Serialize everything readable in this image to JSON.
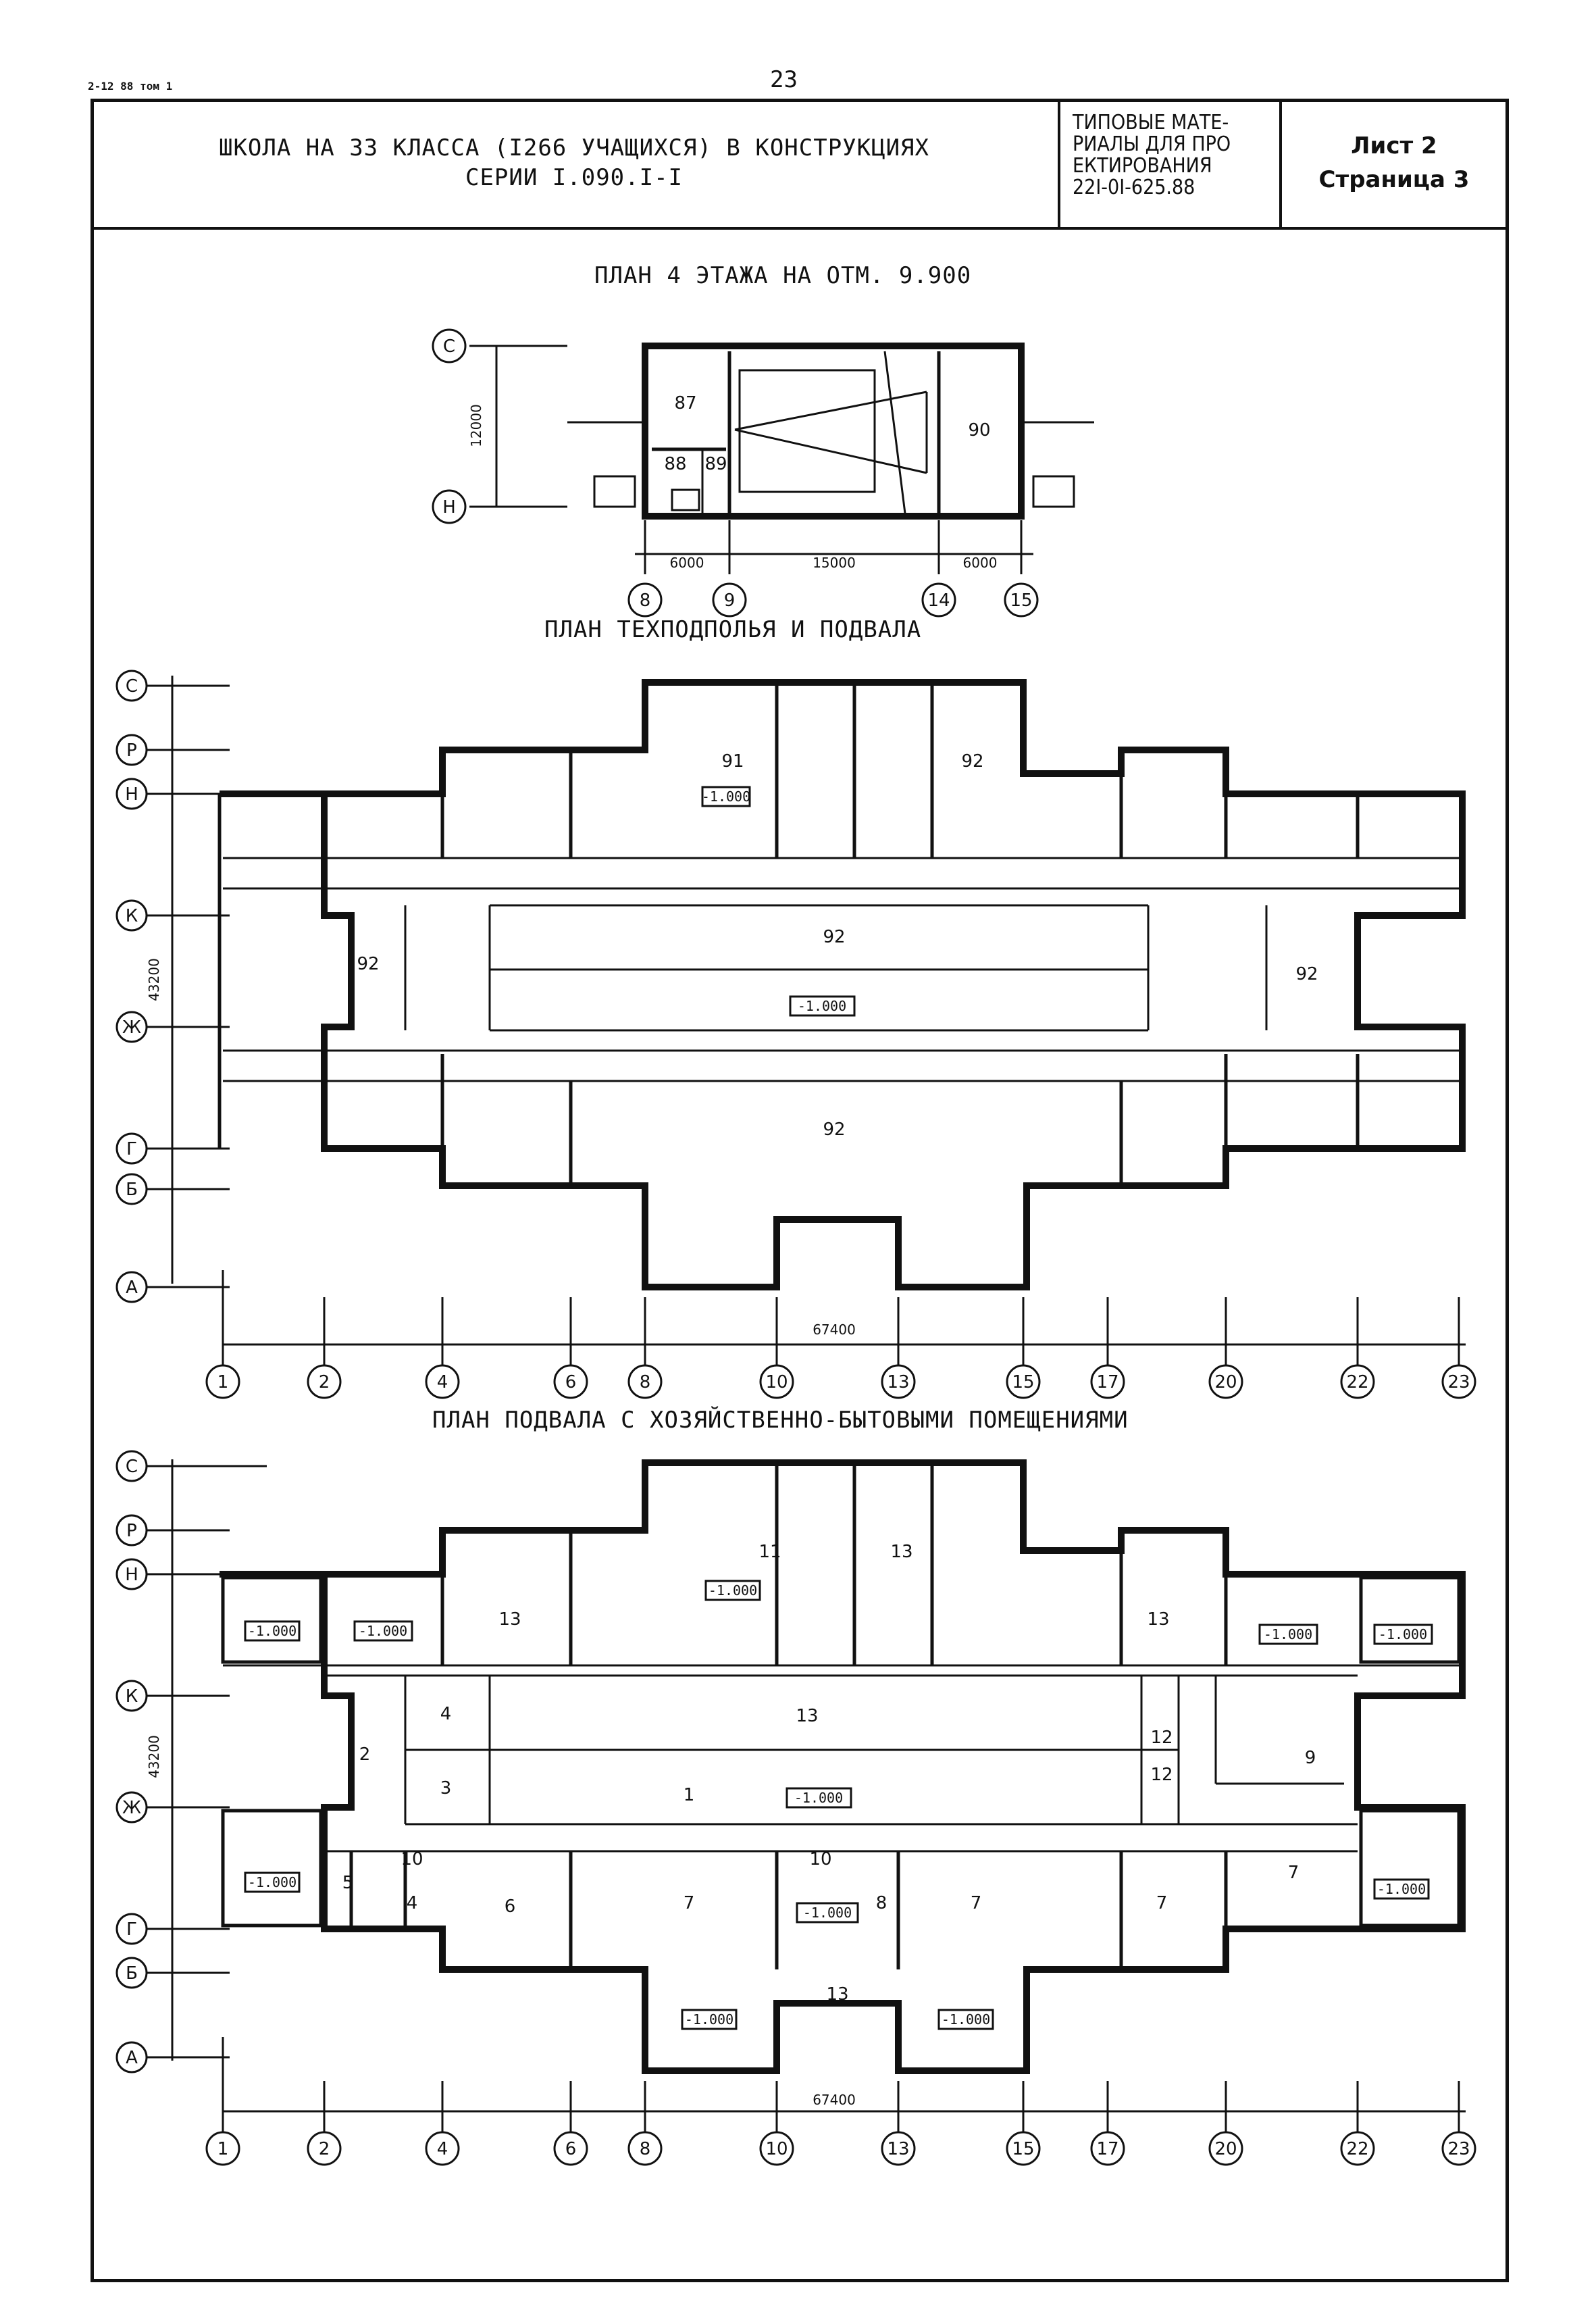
{
  "header": {
    "corner_code": "2-12 88  том 1",
    "page_number": "23"
  },
  "title_block": {
    "main_line1": "ШКОЛА НА 33 КЛАССА (I266 УЧАЩИХСЯ) В КОНСТРУКЦИЯХ",
    "main_line2": "СЕРИИ I.090.I-I",
    "series_line1": "ТИПОВЫЕ МАТЕ-",
    "series_line2": "РИАЛЫ ДЛЯ ПРО",
    "series_line3": "ЕКТИРОВАНИЯ",
    "series_line4": "22I-0I-625.88",
    "sheet_label": "Лист 2",
    "page_label": "Страница 3"
  },
  "plan_4": {
    "title": "ПЛАН 4 ЭТАЖА НА ОТМ. 9.900",
    "row_axes": [
      "С",
      "Н"
    ],
    "col_axes": [
      "8",
      "9",
      "14",
      "15"
    ],
    "dims": [
      "6000",
      "15000",
      "6000"
    ],
    "height_dim": "12000",
    "rooms": [
      "87",
      "88",
      "89",
      "90"
    ]
  },
  "plan_tech": {
    "title": "ПЛАН ТЕХПОДПОЛЬЯ И ПОДВАЛА",
    "row_axes": [
      "С",
      "Р",
      "Н",
      "К",
      "Ж",
      "Г",
      "Б",
      "А"
    ],
    "col_axes": [
      "1",
      "2",
      "4",
      "6",
      "8",
      "10",
      "13",
      "15",
      "17",
      "20",
      "22",
      "23"
    ],
    "overall_dim": "67400",
    "height_dim": "43200",
    "rooms": {
      "r91": "91",
      "r92a": "92",
      "r92b": "92",
      "r92c": "92",
      "r92d": "92",
      "r92e": "92"
    },
    "level_marks": {
      "m1": "-1.000",
      "m2": "-1.000"
    }
  },
  "plan_basement": {
    "title": "ПЛАН ПОДВАЛА  С ХОЗЯЙСТВЕННО-БЫТОВЫМИ ПОМЕЩЕНИЯМИ",
    "row_axes": [
      "С",
      "Р",
      "Н",
      "К",
      "Ж",
      "Г",
      "Б",
      "А"
    ],
    "col_axes": [
      "1",
      "2",
      "4",
      "6",
      "8",
      "10",
      "13",
      "15",
      "17",
      "20",
      "22",
      "23"
    ],
    "overall_dim": "67400",
    "height_dim": "43200",
    "rooms": {
      "r1": "1",
      "r2": "2",
      "r3": "3",
      "r4a": "4",
      "r4b": "4",
      "r5": "5",
      "r6": "6",
      "r7a": "7",
      "r7b": "7",
      "r7c": "7",
      "r7d": "7",
      "r8": "8",
      "r9": "9",
      "r10a": "10",
      "r10b": "10",
      "r11": "11",
      "r12a": "12",
      "r12b": "12",
      "r13a": "13",
      "r13b": "13",
      "r13c": "13",
      "r13d": "13",
      "r13e": "13"
    },
    "level_marks": {
      "m1": "-1.000",
      "m2": "-1.000",
      "m3": "-1.000",
      "m4": "-1.000",
      "m5": "-1.000",
      "m6": "-1.000",
      "m7": "-1.000",
      "m8": "-1.000",
      "m9": "-1.000",
      "m10": "-1.000",
      "m11": "-1.000"
    }
  }
}
